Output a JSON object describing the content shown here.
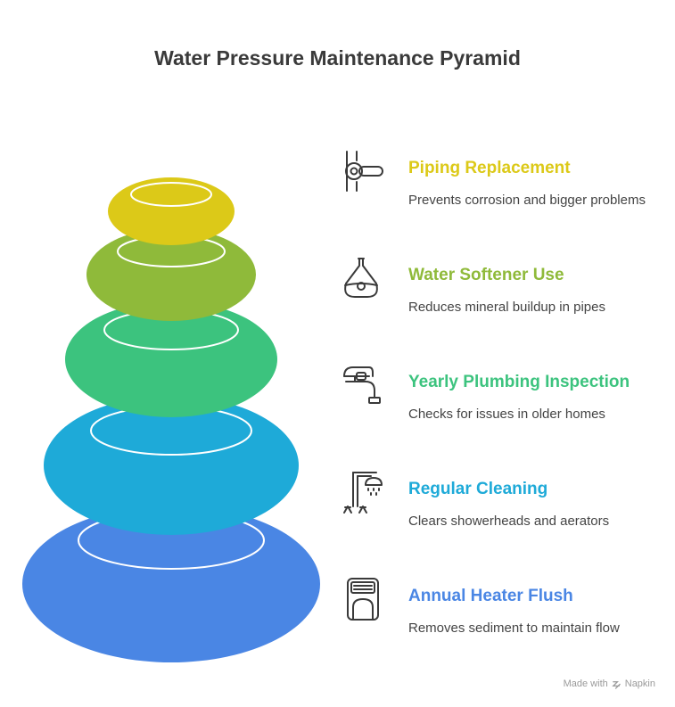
{
  "title": "Water Pressure Maintenance Pyramid",
  "items": [
    {
      "heading": "Piping Replacement",
      "desc": "Prevents corrosion and bigger problems",
      "color": "#dcc918",
      "icon": "pipe-valve-icon"
    },
    {
      "heading": "Water Softener Use",
      "desc": "Reduces mineral buildup in pipes",
      "color": "#8fba3a",
      "icon": "softener-flask-icon"
    },
    {
      "heading": "Yearly Plumbing Inspection",
      "desc": "Checks for issues in older homes",
      "color": "#3cc37e",
      "icon": "faucet-icon"
    },
    {
      "heading": "Regular Cleaning",
      "desc": "Clears showerheads and aerators",
      "color": "#1eaad8",
      "icon": "showerhead-icon"
    },
    {
      "heading": "Annual Heater Flush",
      "desc": "Removes sediment to maintain flow",
      "color": "#4a86e4",
      "icon": "water-heater-icon"
    }
  ],
  "credit": {
    "prefix": "Made with",
    "brand": "Napkin",
    "icon": "napkin-logo-icon"
  }
}
